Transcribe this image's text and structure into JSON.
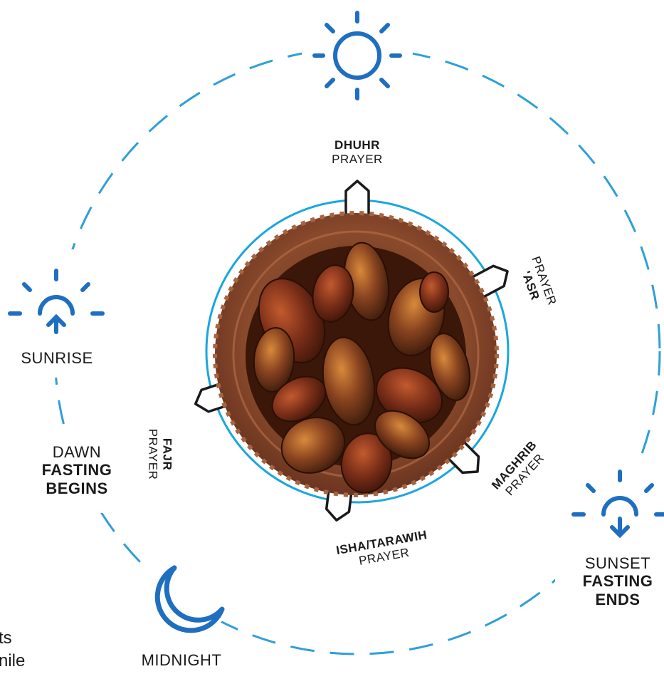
{
  "colors": {
    "dash_ring": "#2f9fd8",
    "inner_ring": "#1aa6df",
    "icon_blue": "#1e6fbf",
    "text": "#1a1a1a",
    "bowl": "#8a4a2c"
  },
  "icons": {
    "top": "sun-icon",
    "left": "sunrise-icon",
    "right": "sunset-icon",
    "bottom_left": "moon-icon",
    "center": "dates-bowl-image"
  },
  "labels": {
    "sunrise": "SUNRISE",
    "dawn": "DAWN",
    "fasting_begins_1": "FASTING",
    "fasting_begins_2": "BEGINS",
    "sunset": "SUNSET",
    "fasting_ends_1": "FASTING",
    "fasting_ends_2": "ENDS",
    "midnight": "MIDNIGHT"
  },
  "prayers": {
    "dhuhr": {
      "name": "DHUHR",
      "word": "PRAYER"
    },
    "asr": {
      "name": "'ASR",
      "word": "PRAYER"
    },
    "maghrib": {
      "name": "MAGHRIB",
      "word": "PRAYER"
    },
    "isha": {
      "name": "ISHA/TARAWIH",
      "word": "PRAYER"
    },
    "fajr": {
      "name": "FAJR",
      "word": "PRAYER"
    }
  },
  "fragments": {
    "line1": "ts",
    "line2": "nile"
  }
}
